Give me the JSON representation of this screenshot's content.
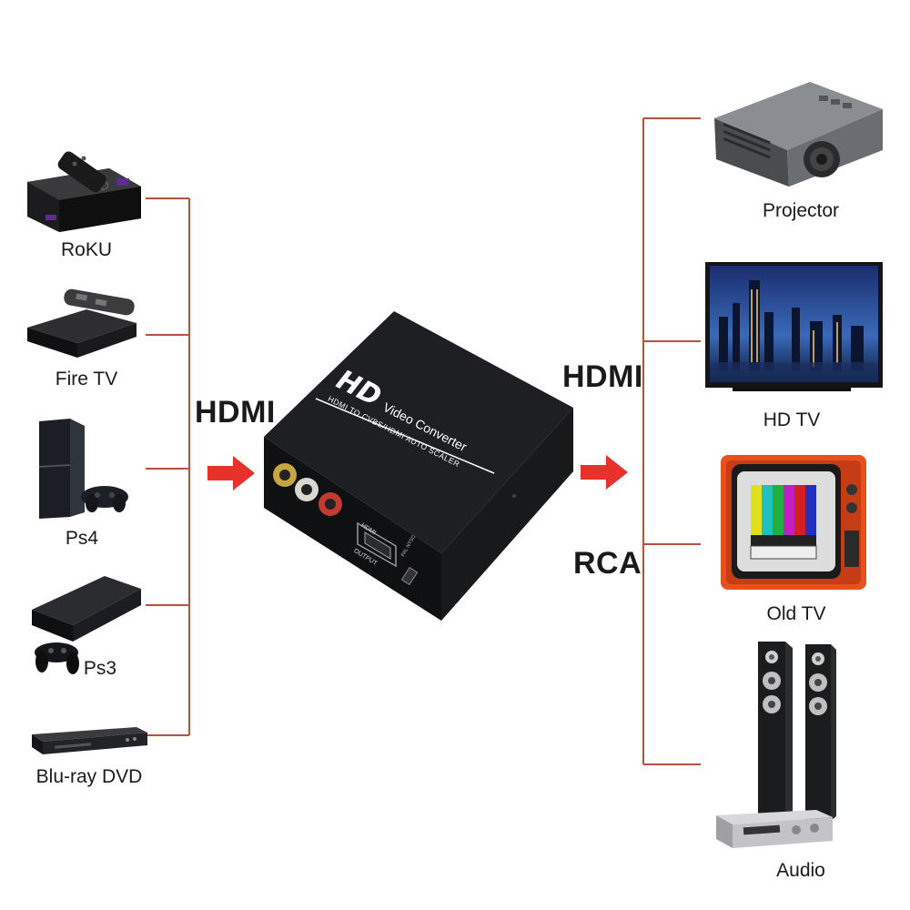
{
  "inputs": {
    "devices": [
      {
        "name": "RoKU",
        "icon": "roku-box-icon"
      },
      {
        "name": "Fire TV",
        "icon": "fire-tv-icon"
      },
      {
        "name": "Ps4",
        "icon": "ps4-console-icon"
      },
      {
        "name": "Ps3",
        "icon": "ps3-console-icon"
      },
      {
        "name": "Blu-ray DVD",
        "icon": "bluray-player-icon"
      }
    ],
    "connection_label": "HDMI"
  },
  "converter": {
    "brand": "HD",
    "title": "Video Converter",
    "subtitle": "HDMI TO CVBS/HDMI AUTO SCALER",
    "output_label": "OUTPUT",
    "port_label": "HDMI",
    "switch_label": "PAL NTSC"
  },
  "outputs": {
    "devices": [
      {
        "name": "Projector",
        "icon": "projector-icon"
      },
      {
        "name": "HD TV",
        "icon": "hd-tv-icon"
      },
      {
        "name": "Old TV",
        "icon": "old-tv-icon"
      },
      {
        "name": "Audio",
        "icon": "audio-speakers-icon"
      }
    ],
    "connection_label_top": "HDMI",
    "connection_label_bottom": "RCA"
  },
  "colors": {
    "connector_line": "#b5533f",
    "arrow": "#e8312a",
    "old_tv_body": "#e8501c"
  }
}
